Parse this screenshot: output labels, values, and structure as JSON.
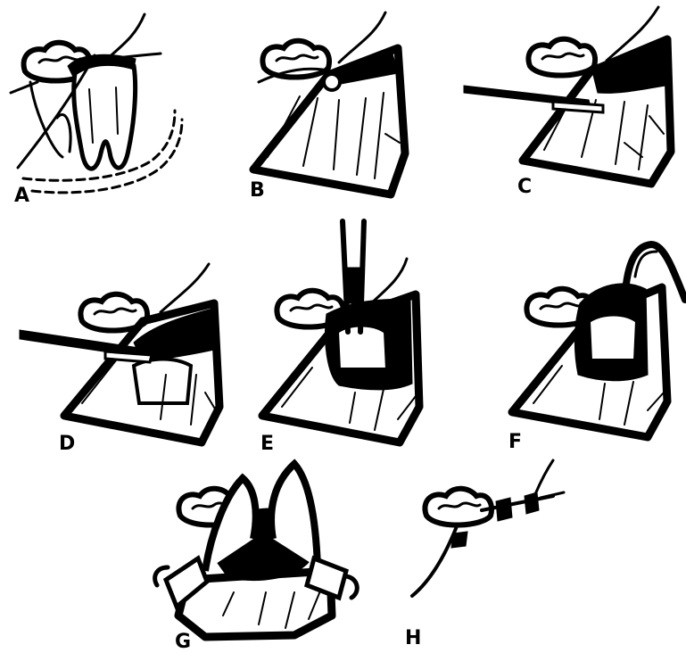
{
  "figure": {
    "panels": [
      {
        "id": "a",
        "label": "A"
      },
      {
        "id": "b",
        "label": "B"
      },
      {
        "id": "c",
        "label": "C"
      },
      {
        "id": "d",
        "label": "D"
      },
      {
        "id": "e",
        "label": "E"
      },
      {
        "id": "f",
        "label": "F"
      },
      {
        "id": "g",
        "label": "G"
      },
      {
        "id": "h",
        "label": "H"
      }
    ]
  }
}
